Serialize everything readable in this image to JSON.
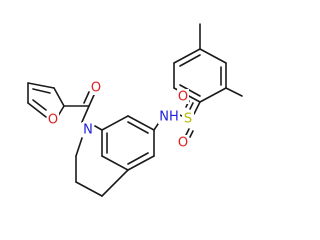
{
  "molecule": {
    "atoms": {
      "n_amide": {
        "text": "N",
        "color": "#2020e0"
      },
      "o_furan": {
        "text": "O",
        "color": "#e02020"
      },
      "o_carbonyl": {
        "text": "O",
        "color": "#e02020"
      },
      "nh": {
        "text": "NH",
        "color": "#2020e0"
      },
      "s": {
        "text": "S",
        "color": "#b8b800"
      },
      "o_s_top": {
        "text": "O",
        "color": "#e02020"
      },
      "o_s_bottom": {
        "text": "O",
        "color": "#e02020"
      }
    },
    "bond_color": "#1a1a1a"
  }
}
